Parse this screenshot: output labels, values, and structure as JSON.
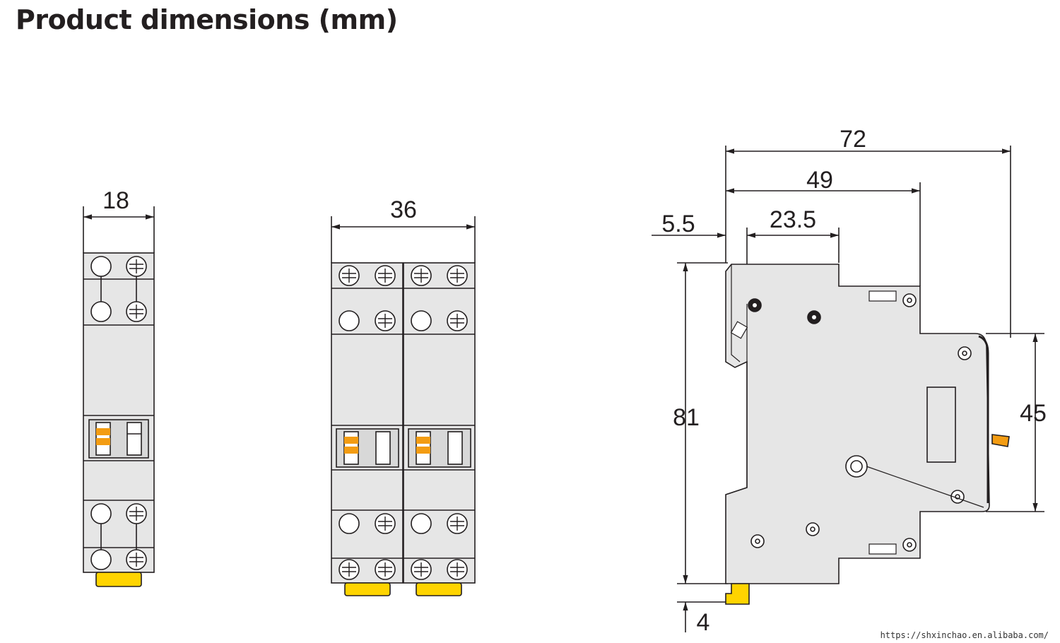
{
  "header": {
    "title": "Product dimensions (mm)"
  },
  "dimensions": {
    "single_width": "18",
    "double_width": "36",
    "depth_total": "72",
    "depth_to_step": "49",
    "rail_offset": "5.5",
    "front_offset": "23.5",
    "height": "81",
    "front_height": "45",
    "clip": "4"
  },
  "footer": {
    "url": "https://shxinchao.en.alibaba.com/"
  },
  "colors": {
    "body_fill": "#e6e6e6",
    "outline": "#231f20",
    "accent_yellow": "#ffd400",
    "indicator_orange": "#f39c12"
  }
}
